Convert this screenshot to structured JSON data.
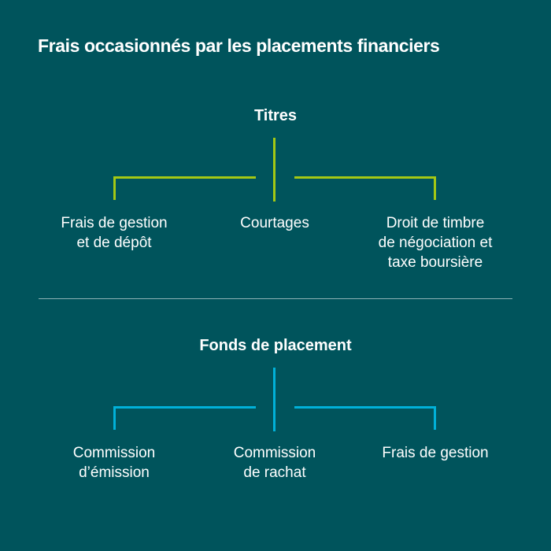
{
  "title": "Frais occasionnés par les placements financiers",
  "colors": {
    "background": "#00545c",
    "text": "#ffffff",
    "divider": "rgba(255,255,255,0.55)",
    "titres_line": "#a4c814",
    "fonds_line": "#00b1d9"
  },
  "trees": [
    {
      "heading": "Titres",
      "line_color": "#a4c814",
      "branches": [
        [
          "Frais de gestion",
          "et de dépôt"
        ],
        [
          "Courtages"
        ],
        [
          "Droit de timbre",
          "de négociation et",
          "taxe boursière"
        ]
      ]
    },
    {
      "heading": "Fonds de placement",
      "line_color": "#00b1d9",
      "branches": [
        [
          "Commission",
          "d’émission"
        ],
        [
          "Commission",
          "de rachat"
        ],
        [
          "Frais de gestion"
        ]
      ]
    }
  ]
}
